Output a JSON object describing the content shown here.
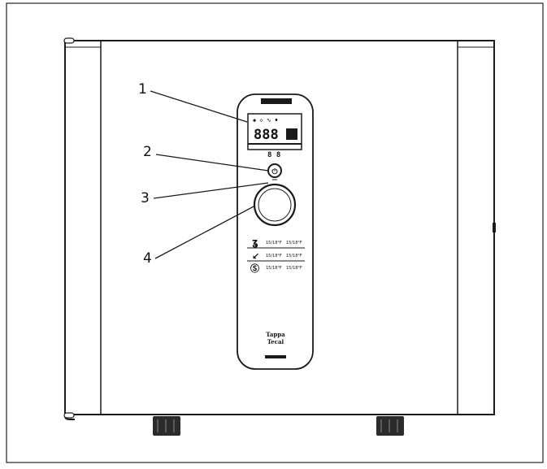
{
  "callouts": [
    {
      "number": "1"
    },
    {
      "number": "2"
    },
    {
      "number": "3"
    },
    {
      "number": "4"
    }
  ],
  "panel": {
    "display_digits": "888",
    "display_sub": "8 8",
    "brand_line1": "Tappa",
    "brand_line2": "Tecal",
    "temp_rows": [
      "15/18°F",
      "15/18°F",
      "15/18°F"
    ]
  },
  "colors": {
    "line": "#1a1a1a",
    "cabinet_fill": "#ffffff",
    "feet": "#2b2b2b"
  }
}
